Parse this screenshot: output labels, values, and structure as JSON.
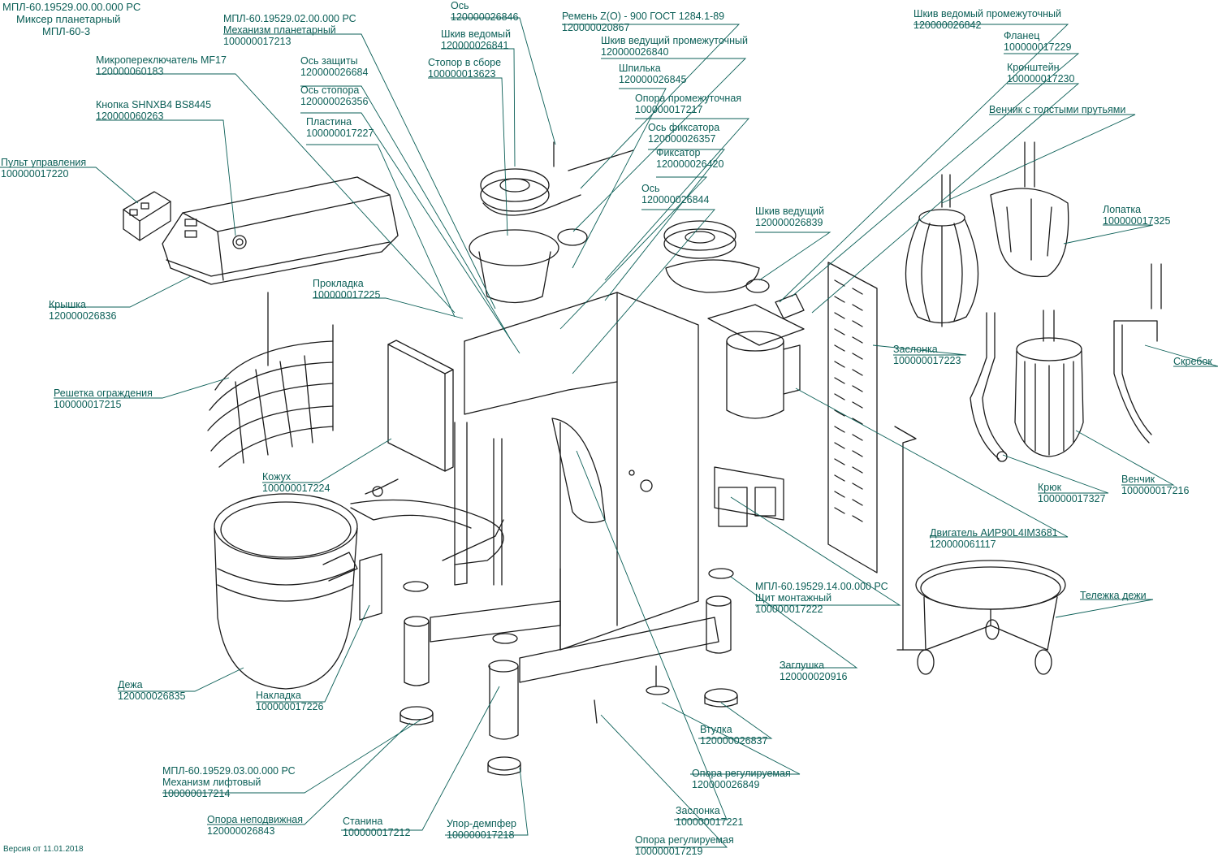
{
  "header": {
    "code": "МПЛ-60.19529.00.00.000 РС",
    "name": "Миксер планетарный",
    "model": "МПЛ-60-3"
  },
  "version": "Версия от 11.01.2018",
  "accent_color": "#0b5f57",
  "parts": [
    {
      "name": "Пульт управления",
      "number": "100000017220"
    },
    {
      "name": "Кнопка SHNXB4 BS8445",
      "number": "120000060263"
    },
    {
      "name": "Микропереключатель MF17",
      "number": "120000060183"
    },
    {
      "name": "Крышка",
      "number": "120000026836"
    },
    {
      "name": "Решетка ограждения",
      "number": "100000017215"
    },
    {
      "name": "Кожух",
      "number": "100000017224"
    },
    {
      "name": "Дежа",
      "number": "120000026835"
    },
    {
      "name": "Накладка",
      "number": "100000017226"
    },
    {
      "name": "Механизм лифтовый",
      "code": "МПЛ-60.19529.03.00.000 РС",
      "number": "100000017214"
    },
    {
      "name": "Опора неподвижная",
      "number": "120000026843"
    },
    {
      "name": "Станина",
      "number": "100000017212"
    },
    {
      "name": "Упор-демпфер",
      "number": "100000017218"
    },
    {
      "name": "Опора регулируемая",
      "number": "100000017219"
    },
    {
      "name": "Заслонка",
      "number": "100000017221"
    },
    {
      "name": "Опора регулируемая",
      "number": "120000026849"
    },
    {
      "name": "Втулка",
      "number": "120000026837"
    },
    {
      "name": "Заглушка",
      "number": "120000020916"
    },
    {
      "name": "Щит монтажный",
      "code": "МПЛ-60.19529.14.00.000 РС",
      "number": "100000017222"
    },
    {
      "name": "Механизм планетарный",
      "code": "МПЛ-60.19529.02.00.000 РС",
      "number": "100000017213"
    },
    {
      "name": "Ось защиты",
      "number": "120000026684"
    },
    {
      "name": "Ось стопора",
      "number": "120000026356"
    },
    {
      "name": "Пластина",
      "number": "100000017227"
    },
    {
      "name": "Прокладка",
      "number": "100000017225"
    },
    {
      "name": "Ось",
      "number": "120000026846"
    },
    {
      "name": "Шкив ведомый",
      "number": "120000026841"
    },
    {
      "name": "Стопор в сборе",
      "number": "100000013623"
    },
    {
      "name": "Ремень Z(O) - 900 ГОСТ 1284.1-89",
      "number": "120000020867"
    },
    {
      "name": "Шкив ведущий промежуточный",
      "number": "120000026840"
    },
    {
      "name": "Шпилька",
      "number": "120000026845"
    },
    {
      "name": "Опора промежуточная",
      "number": "100000017217"
    },
    {
      "name": "Ось фиксатора",
      "number": "120000026357"
    },
    {
      "name": "Фиксатор",
      "number": "120000026420"
    },
    {
      "name": "Ось",
      "number": "120000026844"
    },
    {
      "name": "Шкив ведущий",
      "number": "120000026839"
    },
    {
      "name": "Шкив ведомый промежуточный",
      "number": "120000026842"
    },
    {
      "name": "Фланец",
      "number": "100000017229"
    },
    {
      "name": "Кронштейн",
      "number": "100000017230"
    },
    {
      "name": "Венчик с толстыми прутьями",
      "number": ""
    },
    {
      "name": "Лопатка",
      "number": "100000017325"
    },
    {
      "name": "Скребок",
      "number": ""
    },
    {
      "name": "Заслонка",
      "number": "100000017223"
    },
    {
      "name": "Венчик",
      "number": "100000017216"
    },
    {
      "name": "Крюк",
      "number": "100000017327"
    },
    {
      "name": "Двигатель АИР90L4IM3681",
      "number": "120000061117"
    },
    {
      "name": "Тележка дежи",
      "number": ""
    }
  ]
}
